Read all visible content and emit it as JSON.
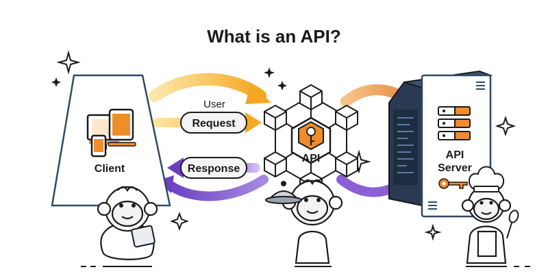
{
  "title": "What is an API?",
  "client": {
    "label": "Client"
  },
  "request": {
    "caption": "User",
    "label": "Request"
  },
  "response": {
    "label": "Response"
  },
  "hub": {
    "label": "API"
  },
  "server": {
    "line1": "API",
    "line2": "Server"
  },
  "colors": {
    "request_arrow": "#f5b544",
    "response_arrow": "#7b52c9",
    "server_arrow": "#e9a25a",
    "device_orange": "#f08c2a",
    "server_body": "#2a3a52",
    "outline": "#1a1a1a"
  },
  "icons": [
    "sparkle-icon",
    "computer-icon",
    "tablet-icon",
    "phone-icon",
    "key-icon",
    "menu-icon",
    "cloche-icon",
    "chef-hat-icon"
  ]
}
